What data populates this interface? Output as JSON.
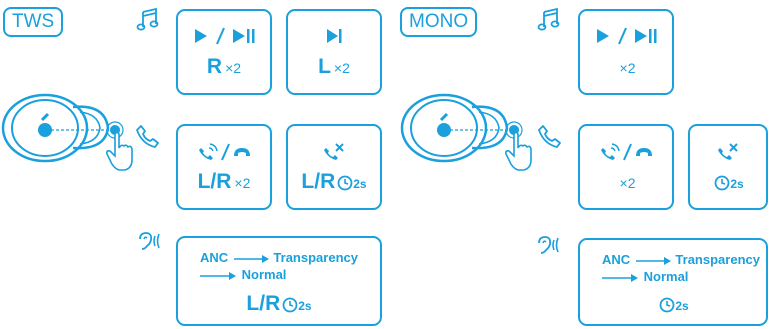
{
  "colors": {
    "accent": "#1aa0dc"
  },
  "left": {
    "mode_label": "TWS",
    "music_card_1": {
      "main": "R",
      "times": "×2"
    },
    "music_card_2": {
      "main": "L",
      "times": "×2"
    },
    "call_card_1": {
      "main": "L/R",
      "times": "×2"
    },
    "call_card_2": {
      "main": "L/R",
      "duration": "2s"
    },
    "anc_card": {
      "word_anc": "ANC",
      "word_transparency": "Transparency",
      "word_normal": "Normal",
      "main": "L/R",
      "duration": "2s"
    }
  },
  "right": {
    "mode_label": "MONO",
    "music_card_1": {
      "times": "×2"
    },
    "call_card_1": {
      "times": "×2"
    },
    "call_card_2": {
      "duration": "2s"
    },
    "anc_card": {
      "word_anc": "ANC",
      "word_transparency": "Transparency",
      "word_normal": "Normal",
      "duration": "2s"
    }
  },
  "icons": {
    "music": "music-note-icon",
    "call": "phone-handset-icon",
    "anc": "ear-anc-icon",
    "earbud": "earbud-icon",
    "tap": "finger-tap-icon",
    "play_pause": "play-pause-icon",
    "next": "next-track-icon",
    "answer_hangup": "answer-hangup-icon",
    "reject": "reject-call-icon",
    "clock": "clock-icon"
  }
}
